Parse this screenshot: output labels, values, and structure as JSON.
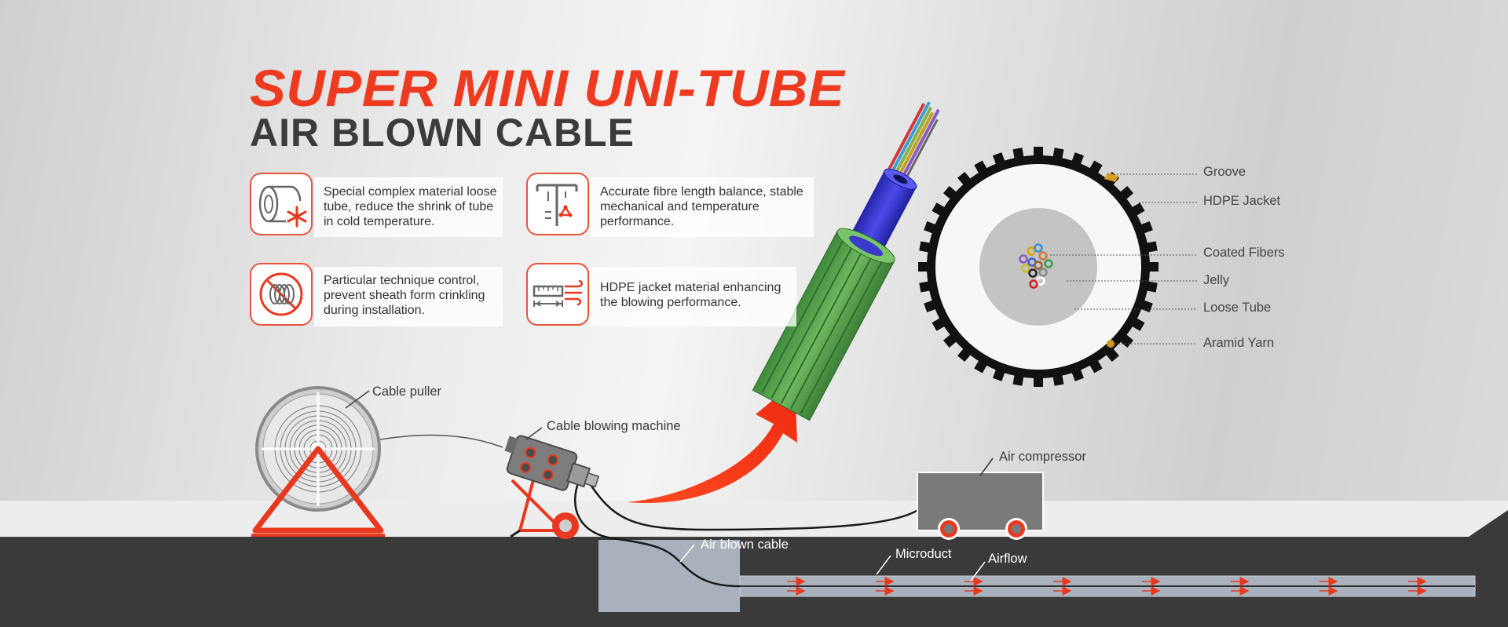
{
  "title": {
    "main": "SUPER MINI UNI-TUBE",
    "sub": "AIR BLOWN CABLE"
  },
  "features": [
    {
      "text": "Special complex material loose tube, reduce the shrink of tube in cold temperature.",
      "icon": "tube-snowflake-icon"
    },
    {
      "text": "Accurate fibre length balance, stable mechanical and temperature performance.",
      "icon": "tension-balance-icon"
    },
    {
      "text": "Particular technique control, prevent sheath form crinkling during installation.",
      "icon": "no-crinkle-icon"
    },
    {
      "text": "HDPE  jacket material enhancing the blowing performance.",
      "icon": "blowing-ruler-icon"
    }
  ],
  "cross_section_labels": {
    "groove": "Groove",
    "hdpe_jacket": "HDPE Jacket",
    "coated_fibers": "Coated Fibers",
    "jelly": "Jelly",
    "loose_tube": "Loose Tube",
    "aramid_yarn": "Aramid Yarn"
  },
  "scene_labels": {
    "cable_puller": "Cable puller",
    "cable_blowing_machine": "Cable blowing machine",
    "air_compressor": "Air compressor",
    "air_blown_cable": "Air blown cable",
    "microduct": "Microduct",
    "airflow": "Airflow"
  },
  "colors": {
    "accent_red": "#ee3a1f",
    "cable_green": "#5fa552",
    "tube_blue": "#3a3ad6",
    "ground": "#3a3a3a",
    "duct": "#a9b2bc"
  }
}
